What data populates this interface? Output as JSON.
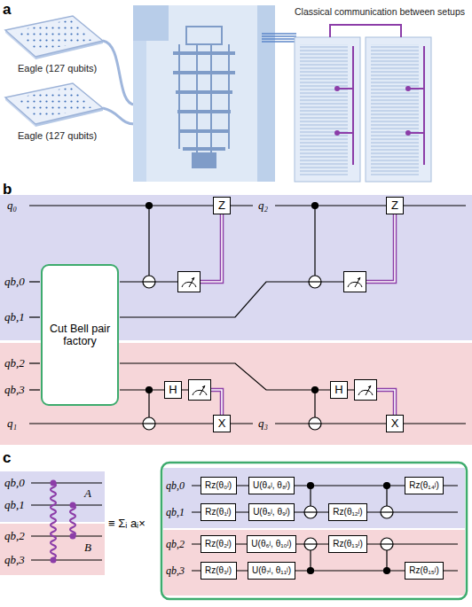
{
  "diagram": {
    "nodes": [
      {
        "text": [
          "Cut Bell pair factory"
        ]
      },
      {
        "text": [
          "Z"
        ]
      },
      {
        "text": [
          "H"
        ]
      },
      {
        "text": [
          "X"
        ]
      },
      {
        "text": [
          "Z"
        ]
      },
      {
        "text": [
          "H"
        ]
      },
      {
        "text": [
          "X"
        ]
      },
      {
        "text": [
          "Rz(θ₀ʲ)"
        ]
      },
      {
        "text": [
          "Rz(θ₁ʲ)"
        ]
      },
      {
        "text": [
          "Rz(θ₂ʲ)"
        ]
      },
      {
        "text": [
          "Rz(θ₃ʲ)"
        ]
      },
      {
        "text": [
          "U(θ₄ʲ, θ₈ʲ)"
        ]
      },
      {
        "text": [
          "U(θ₅ʲ, θ₉ʲ)"
        ]
      },
      {
        "text": [
          "U(θ₆ʲ, θ₁₀ʲ)"
        ]
      },
      {
        "text": [
          "U(θ₇ʲ, θ₁₁ʲ)"
        ]
      },
      {
        "text": [
          "Rz(θ₁₂ʲ)"
        ]
      },
      {
        "text": [
          "Rz(θ₁₃ʲ)"
        ]
      },
      {
        "text": [
          "Rz(θ₁₄ʲ)"
        ]
      },
      {
        "text": [
          "Rz(θ₁₅ʲ)"
        ]
      }
    ],
    "labels": [
      "a",
      "Eagle (127 qubits)",
      "Eagle (127 qubits)",
      "Classical communication between setups",
      "b",
      "q₀",
      "qb,0",
      "qb,1",
      "qb,2",
      "qb,3",
      "q₁",
      "q₂",
      "q₃",
      "c",
      "qb,0",
      "qb,1",
      "qb,2",
      "qb,3",
      "A",
      "B",
      "≡ Σᵢ aᵢ×",
      "qb,0",
      "qb,1",
      "qb,2",
      "qb,3"
    ]
  }
}
